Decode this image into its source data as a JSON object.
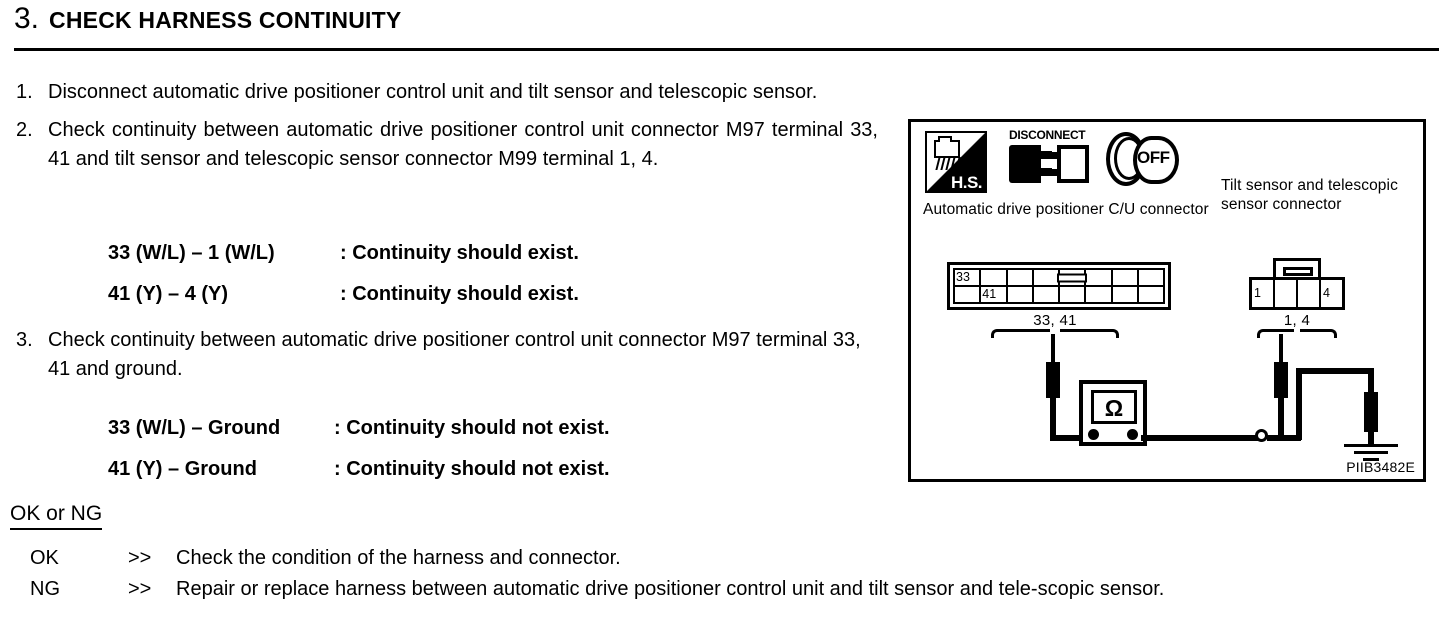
{
  "header": {
    "number": "3.",
    "title": "CHECK HARNESS CONTINUITY"
  },
  "steps": [
    {
      "num": "1.",
      "text": "Disconnect automatic drive positioner control unit and tilt sensor and telescopic sensor."
    },
    {
      "num": "2.",
      "text": "Check continuity between automatic drive positioner control unit connector M97 terminal 33, 41 and tilt sensor and telescopic sensor connector M99 terminal 1, 4."
    },
    {
      "num": "3.",
      "text": "Check continuity between automatic drive positioner control unit connector M97 terminal 33, 41 and ground."
    }
  ],
  "specs_group_1": [
    {
      "terminals": "33 (W/L) – 1 (W/L)",
      "result": ": Continuity should exist."
    },
    {
      "terminals": "41 (Y) – 4 (Y)",
      "result": ": Continuity should exist."
    }
  ],
  "specs_group_2": [
    {
      "terminals": "33 (W/L) – Ground",
      "result": ": Continuity should not exist."
    },
    {
      "terminals": "41 (Y) – Ground",
      "result": ": Continuity should not exist."
    }
  ],
  "okng": {
    "title": "OK or NG",
    "rows": [
      {
        "key": "OK",
        "arrow": ">>",
        "text": "Check the condition of the harness and connector."
      },
      {
        "key": "NG",
        "arrow": ">>",
        "text": "Repair or replace harness between automatic drive positioner control unit and tilt sensor and tele-scopic sensor."
      }
    ]
  },
  "figure": {
    "icons": {
      "hs_label": "H.S.",
      "disconnect_label": "DISCONNECT",
      "ignition_label": "OFF"
    },
    "label_left": "Automatic drive positioner C/U connector",
    "label_right": "Tilt sensor and telescopic sensor connector",
    "connector_left": {
      "row_top": [
        "33",
        "",
        "",
        "",
        "",
        "",
        "",
        ""
      ],
      "row_bottom": [
        "",
        "41",
        "",
        "",
        "",
        "",
        "",
        ""
      ],
      "leader": "33, 41"
    },
    "connector_right": {
      "cells": [
        "1",
        "",
        "",
        "4"
      ],
      "leader": "1, 4"
    },
    "meter_symbol": "Ω",
    "figure_id": "PIIB3482E"
  }
}
